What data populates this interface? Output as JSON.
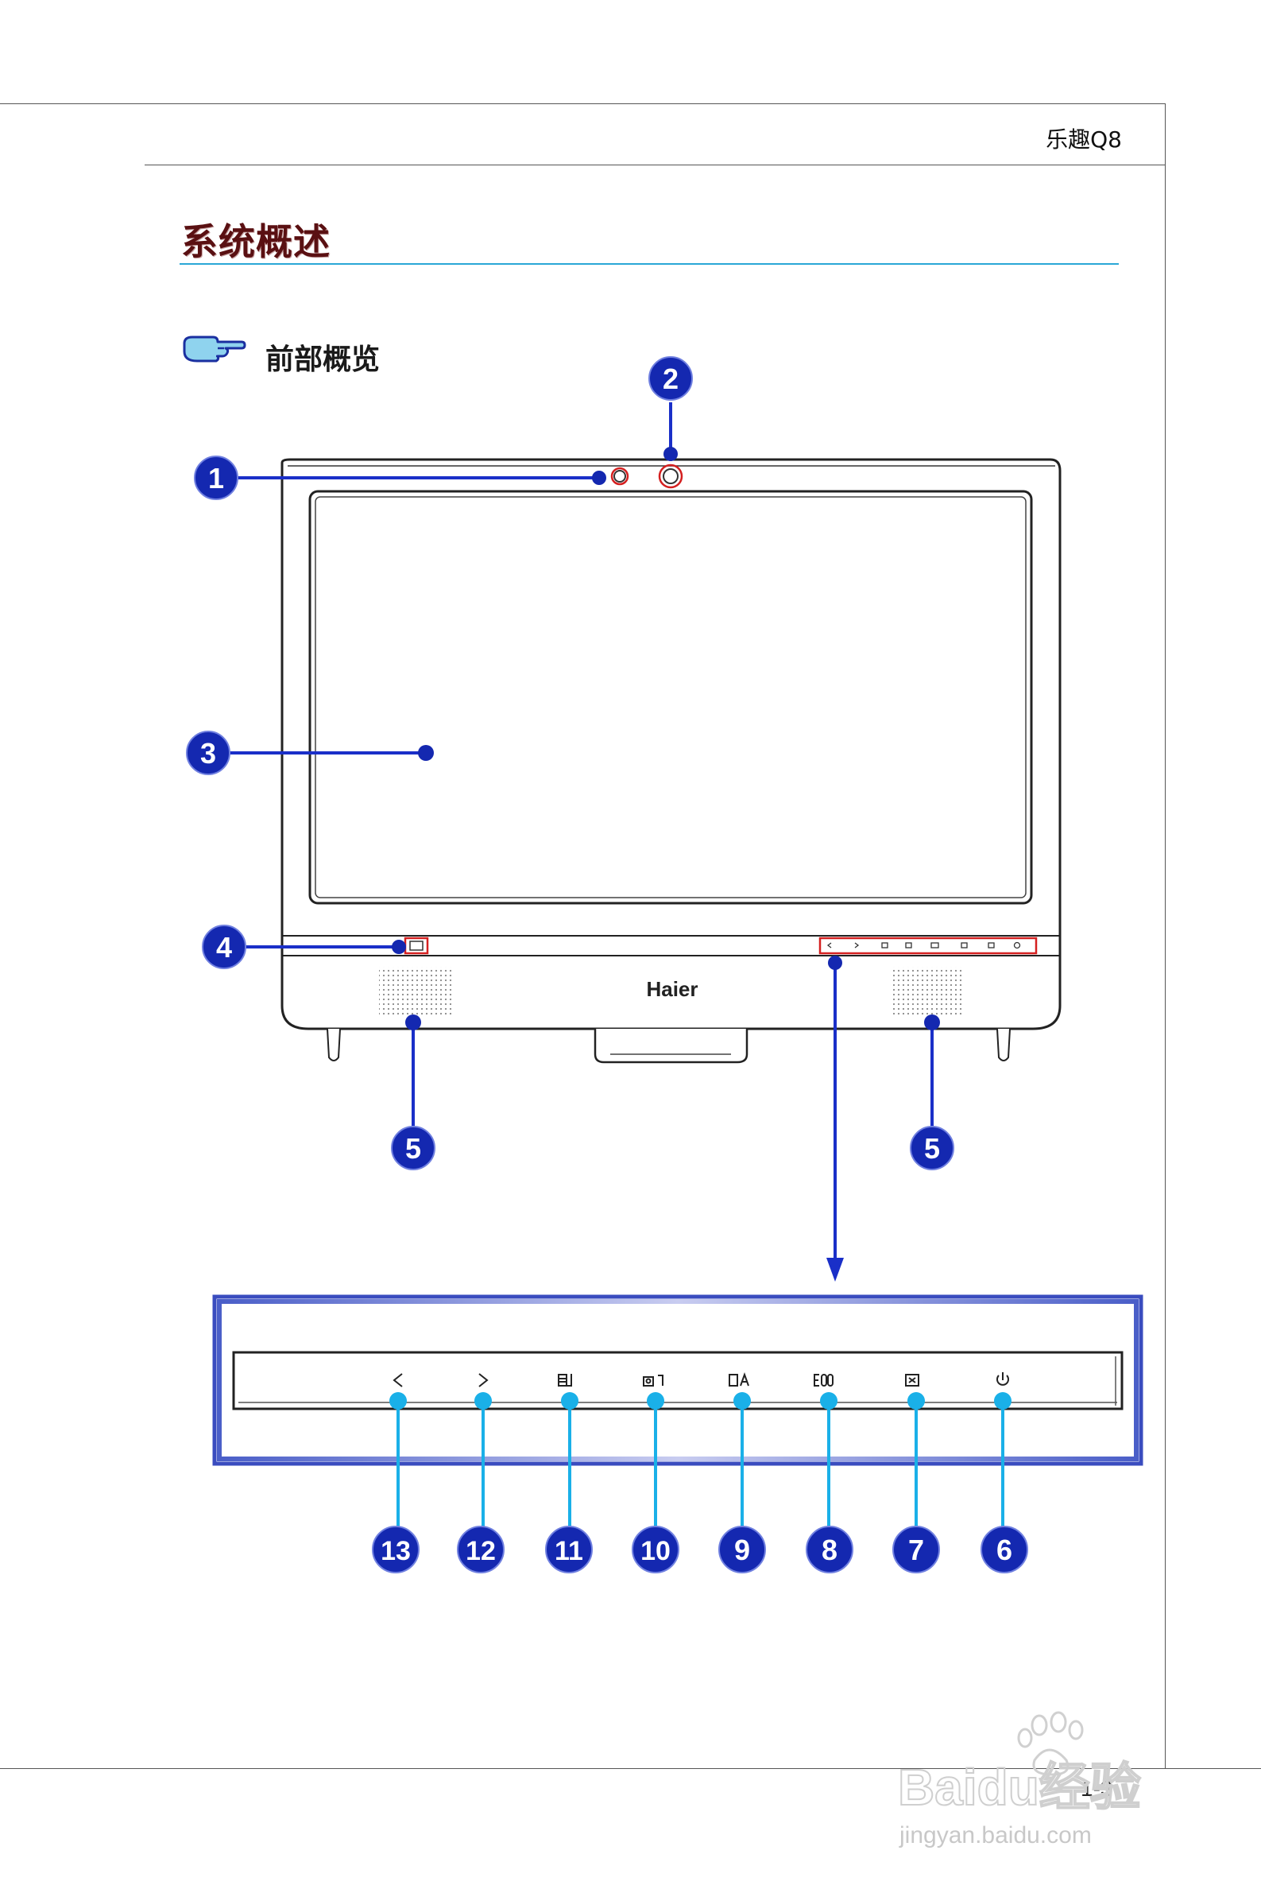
{
  "header": {
    "title": "乐趣Q8"
  },
  "section": {
    "title": "系统概述"
  },
  "subsection": {
    "title": "前部概览",
    "icon": "pointing-hand-icon"
  },
  "monitor": {
    "brand": "Haier"
  },
  "callouts": {
    "c1": "1",
    "c2": "2",
    "c3": "3",
    "c4": "4",
    "c5a": "5",
    "c5b": "5",
    "c6": "6",
    "c7": "7",
    "c8": "8",
    "c9": "9",
    "c10": "10",
    "c11": "11",
    "c12": "12",
    "c13": "13"
  },
  "footer": {
    "page_number": "1-3"
  },
  "watermark": {
    "logo": "Baidu经验",
    "url": "jingyan.baidu.com"
  },
  "colors": {
    "callout": "#1428b0",
    "callout_line": "#1a2fc8",
    "cyan_dot": "#1ab0e8",
    "highlight": "#d42020",
    "title": "#5a1012"
  }
}
